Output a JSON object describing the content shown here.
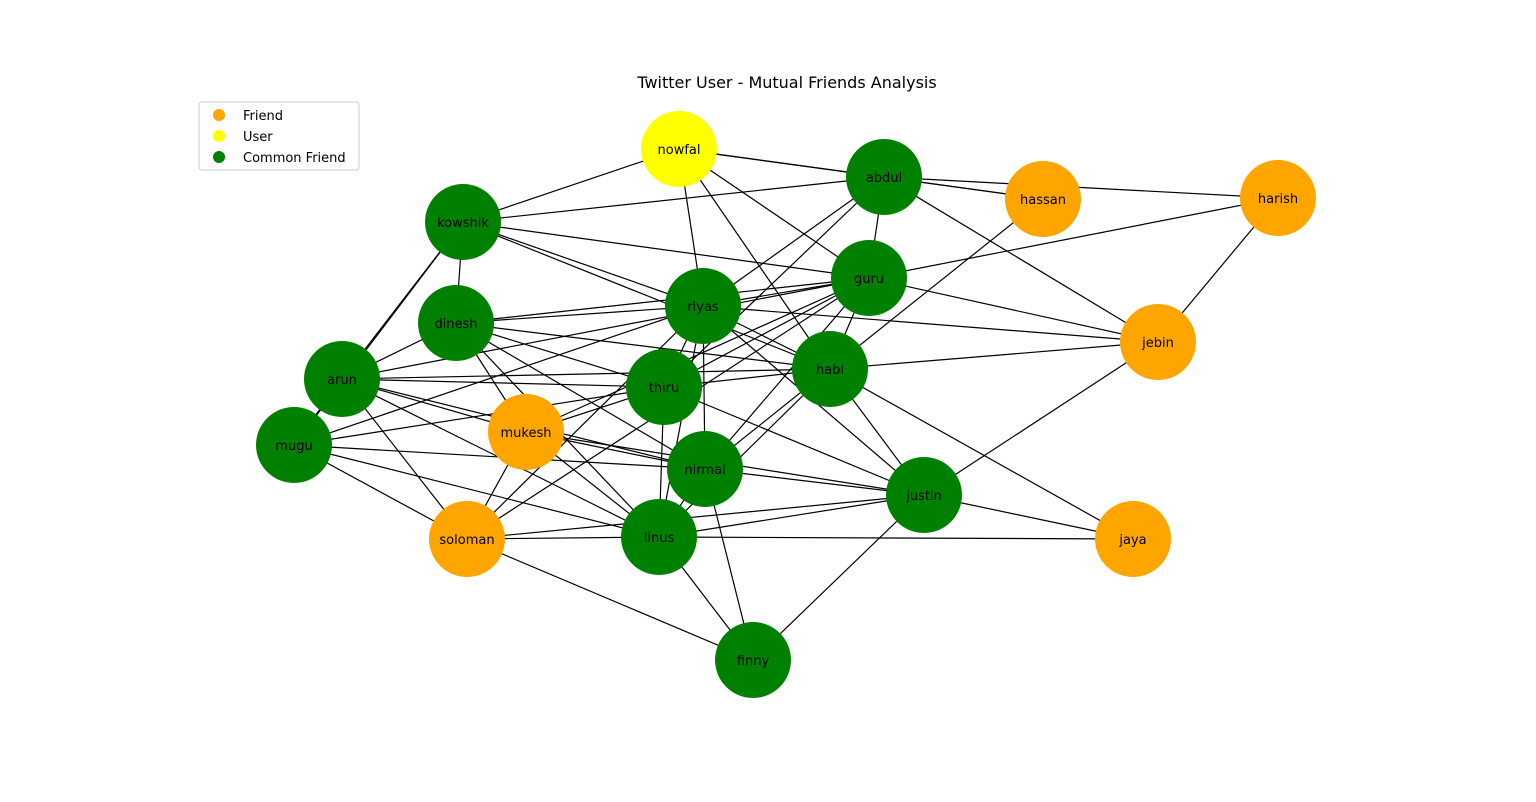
{
  "title": "Twitter User - Mutual Friends Analysis",
  "legend": [
    {
      "label": "Friend",
      "color": "#ffa500"
    },
    {
      "label": "User",
      "color": "#ffff00"
    },
    {
      "label": "Common Friend",
      "color": "#008000"
    }
  ],
  "nodes": [
    {
      "id": "nowfal",
      "type": "User"
    },
    {
      "id": "abdul",
      "type": "Common Friend"
    },
    {
      "id": "hassan",
      "type": "Friend"
    },
    {
      "id": "harish",
      "type": "Friend"
    },
    {
      "id": "kowshik",
      "type": "Common Friend"
    },
    {
      "id": "guru",
      "type": "Common Friend"
    },
    {
      "id": "riyas",
      "type": "Common Friend"
    },
    {
      "id": "dinesh",
      "type": "Common Friend"
    },
    {
      "id": "jebin",
      "type": "Friend"
    },
    {
      "id": "habi",
      "type": "Common Friend"
    },
    {
      "id": "arun",
      "type": "Common Friend"
    },
    {
      "id": "thiru",
      "type": "Common Friend"
    },
    {
      "id": "mugu",
      "type": "Common Friend"
    },
    {
      "id": "mukesh",
      "type": "Friend"
    },
    {
      "id": "nirmal",
      "type": "Common Friend"
    },
    {
      "id": "justin",
      "type": "Common Friend"
    },
    {
      "id": "soloman",
      "type": "Friend"
    },
    {
      "id": "linus",
      "type": "Common Friend"
    },
    {
      "id": "jaya",
      "type": "Friend"
    },
    {
      "id": "finny",
      "type": "Common Friend"
    }
  ],
  "edges": [
    [
      "nowfal",
      "abdul"
    ],
    [
      "nowfal",
      "hassan"
    ],
    [
      "nowfal",
      "kowshik"
    ],
    [
      "nowfal",
      "guru"
    ],
    [
      "nowfal",
      "riyas"
    ],
    [
      "nowfal",
      "habi"
    ],
    [
      "abdul",
      "hassan"
    ],
    [
      "abdul",
      "harish"
    ],
    [
      "abdul",
      "kowshik"
    ],
    [
      "abdul",
      "guru"
    ],
    [
      "abdul",
      "jebin"
    ],
    [
      "abdul",
      "riyas"
    ],
    [
      "abdul",
      "thiru"
    ],
    [
      "hassan",
      "habi"
    ],
    [
      "harish",
      "guru"
    ],
    [
      "harish",
      "jebin"
    ],
    [
      "kowshik",
      "dinesh"
    ],
    [
      "kowshik",
      "guru"
    ],
    [
      "kowshik",
      "riyas"
    ],
    [
      "kowshik",
      "habi"
    ],
    [
      "kowshik",
      "arun"
    ],
    [
      "kowshik",
      "mugu"
    ],
    [
      "guru",
      "riyas"
    ],
    [
      "guru",
      "dinesh"
    ],
    [
      "guru",
      "jebin"
    ],
    [
      "guru",
      "habi"
    ],
    [
      "guru",
      "thiru"
    ],
    [
      "guru",
      "nirmal"
    ],
    [
      "guru",
      "mukesh"
    ],
    [
      "guru",
      "soloman"
    ],
    [
      "guru",
      "arun"
    ],
    [
      "riyas",
      "dinesh"
    ],
    [
      "riyas",
      "mugu"
    ],
    [
      "riyas",
      "habi"
    ],
    [
      "riyas",
      "thiru"
    ],
    [
      "riyas",
      "nirmal"
    ],
    [
      "riyas",
      "justin"
    ],
    [
      "riyas",
      "jebin"
    ],
    [
      "riyas",
      "linus"
    ],
    [
      "riyas",
      "soloman"
    ],
    [
      "dinesh",
      "arun"
    ],
    [
      "dinesh",
      "habi"
    ],
    [
      "dinesh",
      "thiru"
    ],
    [
      "dinesh",
      "mukesh"
    ],
    [
      "dinesh",
      "nirmal"
    ],
    [
      "dinesh",
      "linus"
    ],
    [
      "jebin",
      "habi"
    ],
    [
      "jebin",
      "justin"
    ],
    [
      "habi",
      "arun"
    ],
    [
      "habi",
      "thiru"
    ],
    [
      "habi",
      "nirmal"
    ],
    [
      "habi",
      "justin"
    ],
    [
      "habi",
      "jaya"
    ],
    [
      "habi",
      "linus"
    ],
    [
      "arun",
      "thiru"
    ],
    [
      "arun",
      "mukesh"
    ],
    [
      "arun",
      "nirmal"
    ],
    [
      "arun",
      "soloman"
    ],
    [
      "arun",
      "linus"
    ],
    [
      "arun",
      "mugu"
    ],
    [
      "thiru",
      "mugu"
    ],
    [
      "thiru",
      "mukesh"
    ],
    [
      "thiru",
      "linus"
    ],
    [
      "thiru",
      "justin"
    ],
    [
      "mugu",
      "nirmal"
    ],
    [
      "mugu",
      "soloman"
    ],
    [
      "mugu",
      "linus"
    ],
    [
      "mukesh",
      "nirmal"
    ],
    [
      "mukesh",
      "justin"
    ],
    [
      "mukesh",
      "linus"
    ],
    [
      "mukesh",
      "soloman"
    ],
    [
      "nirmal",
      "justin"
    ],
    [
      "nirmal",
      "finny"
    ],
    [
      "nirmal",
      "linus"
    ],
    [
      "justin",
      "soloman"
    ],
    [
      "justin",
      "linus"
    ],
    [
      "justin",
      "finny"
    ],
    [
      "justin",
      "jaya"
    ],
    [
      "soloman",
      "linus"
    ],
    [
      "soloman",
      "finny"
    ],
    [
      "linus",
      "jaya"
    ],
    [
      "linus",
      "finny"
    ]
  ]
}
